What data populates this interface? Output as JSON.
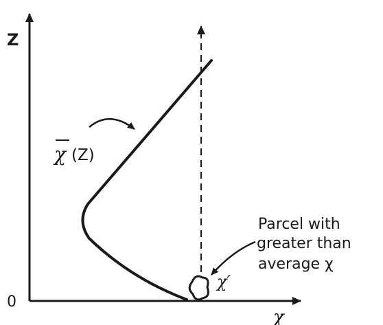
{
  "diagram": {
    "axis_labels": {
      "vertical": "Z",
      "horizontal": "χ",
      "origin": "0"
    },
    "curve_label": {
      "symbol": "χ",
      "argument": "(Z)"
    },
    "parcel_label": "χ′",
    "annotation_lines": [
      "Parcel with",
      "greater than",
      "average χ"
    ]
  }
}
